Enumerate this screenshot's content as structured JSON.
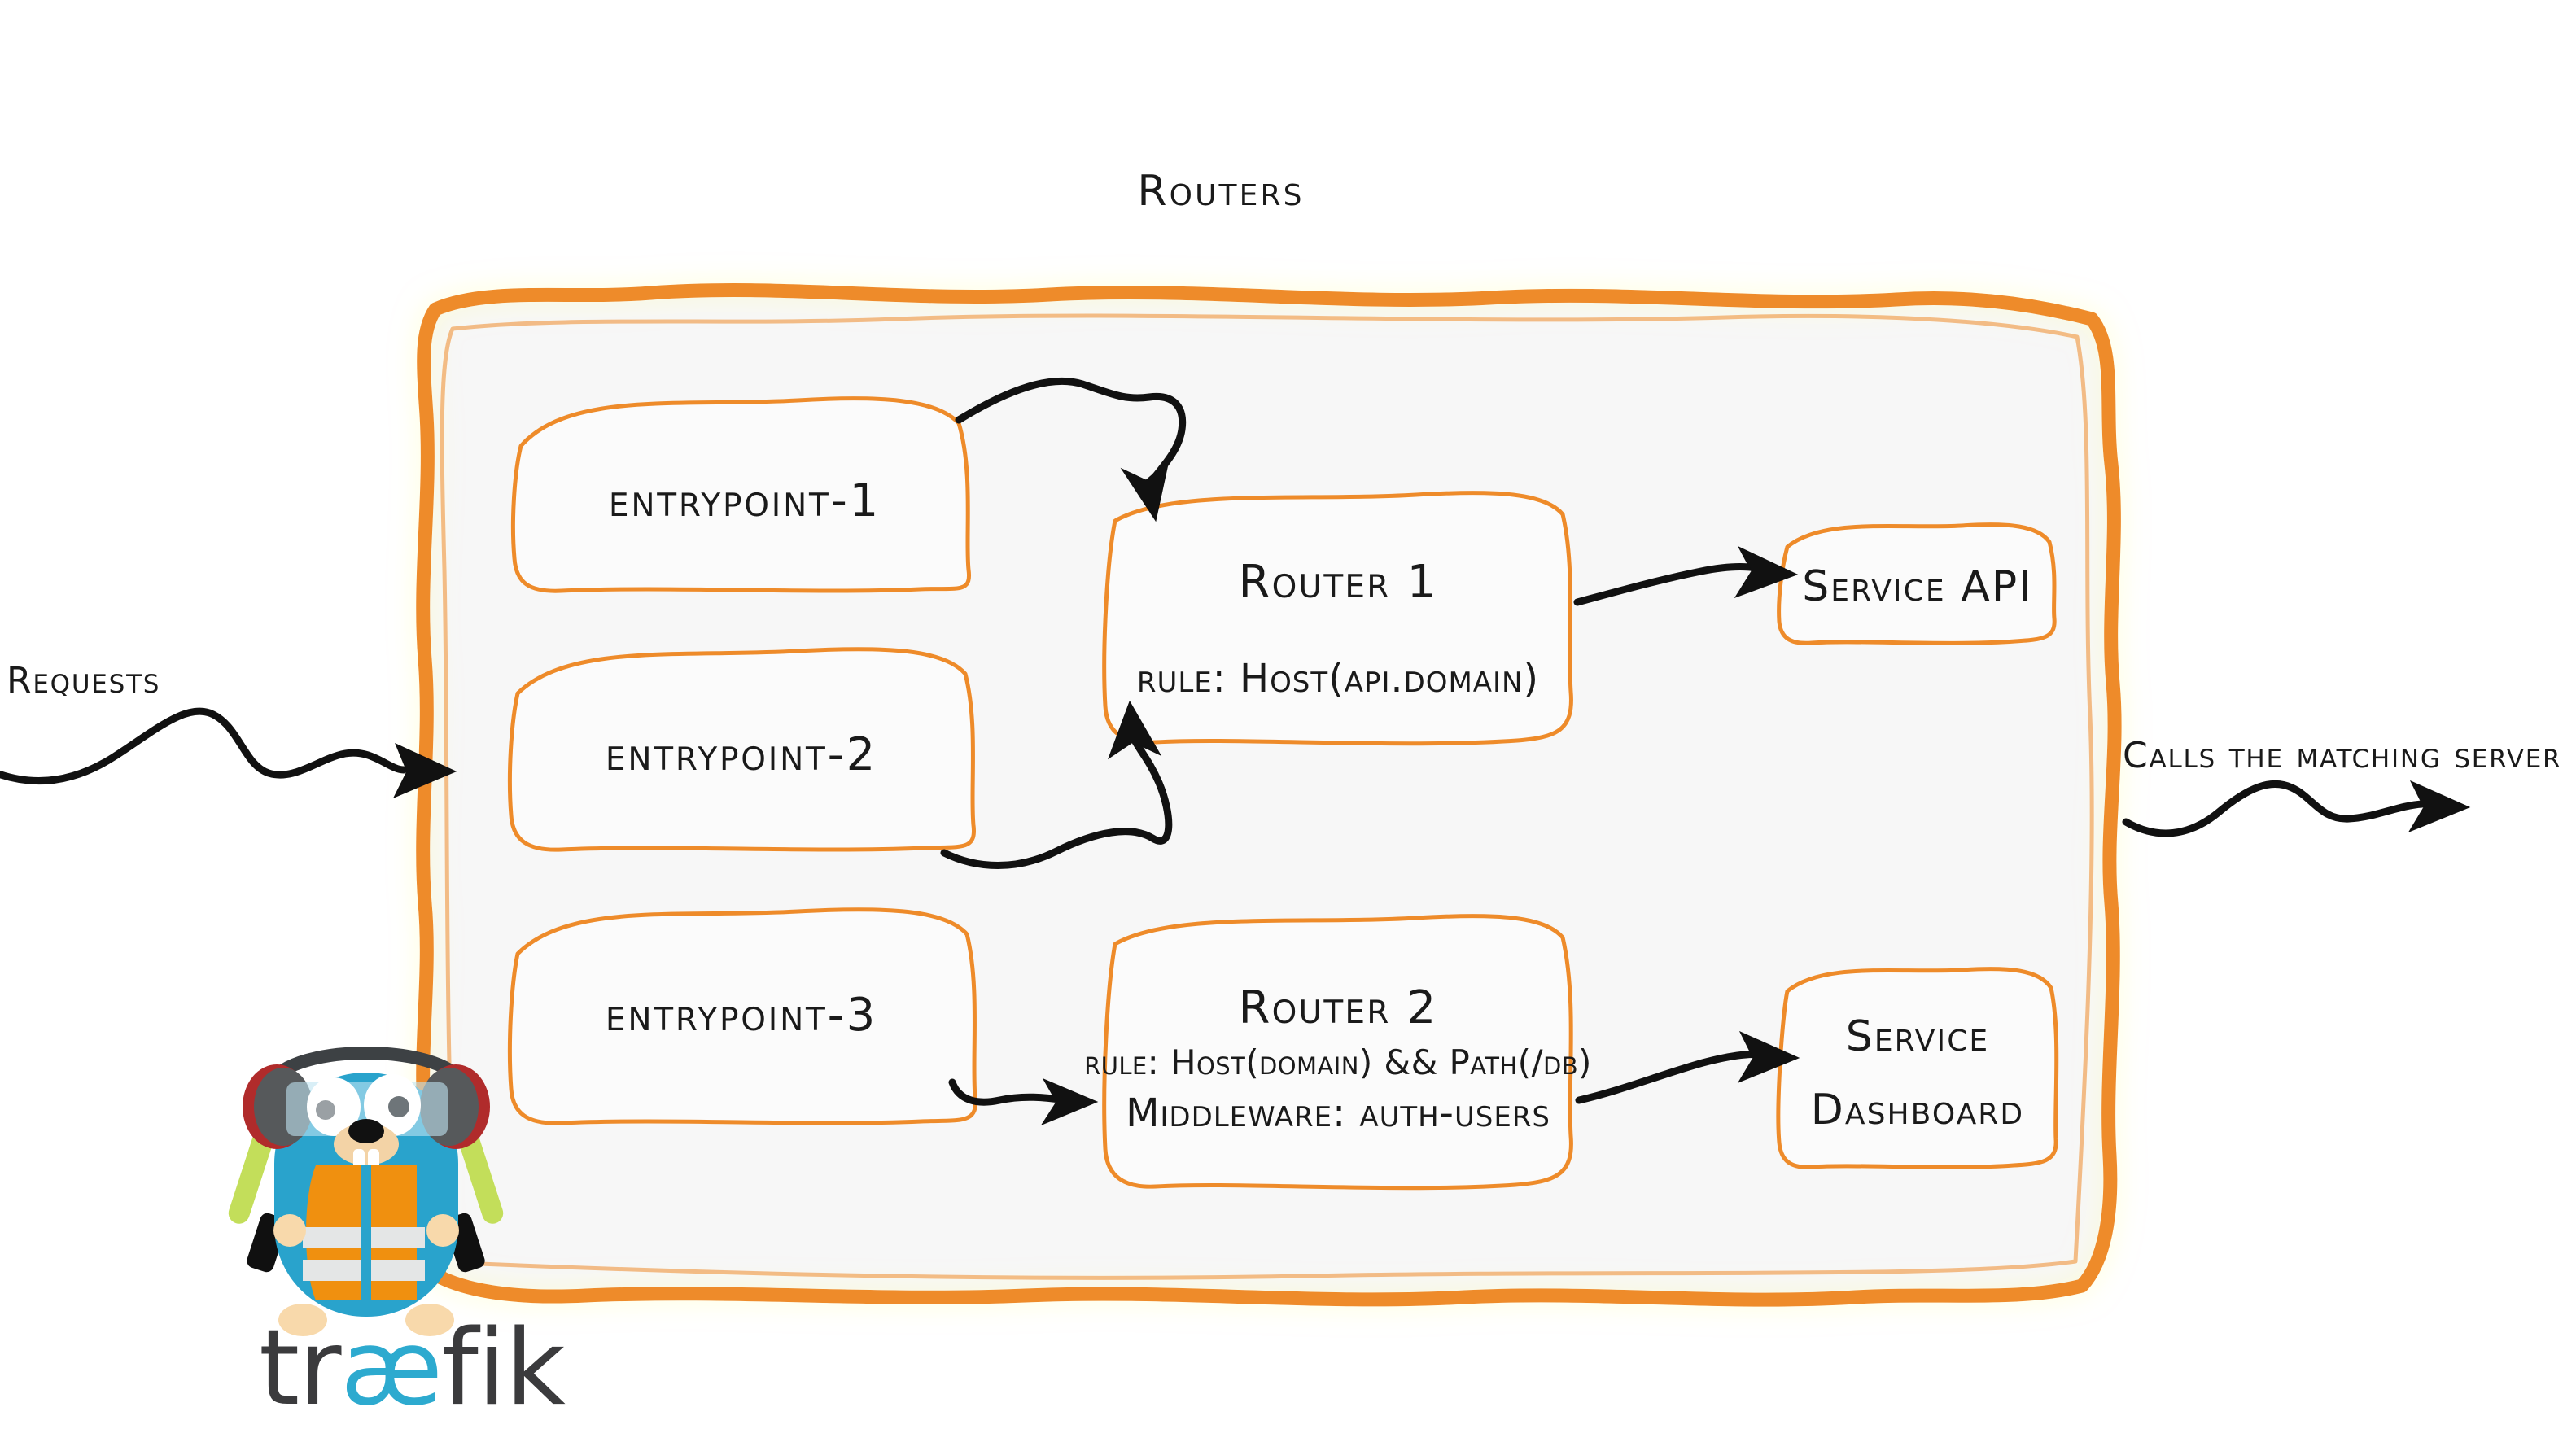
{
  "diagram": {
    "title": "Routers",
    "background_color": "#ffffff",
    "panel_fill": "#f7f7f7",
    "accent_color": "#ee8b2a",
    "ink_color": "#1a1a1a"
  },
  "entrypoints": [
    {
      "label": "entrypoint-1"
    },
    {
      "label": "entrypoint-2"
    },
    {
      "label": "entrypoint-3"
    }
  ],
  "routers": [
    {
      "name": "Router 1",
      "lines": [
        "rule: Host(api.domain)"
      ]
    },
    {
      "name": "Router 2",
      "lines": [
        "rule: Host(domain) && Path(/db)",
        "Middleware: auth-users"
      ]
    }
  ],
  "services": [
    {
      "lines": [
        "Service API"
      ]
    },
    {
      "lines": [
        "Service",
        "Dashboard"
      ]
    }
  ],
  "annotations": {
    "left_label": "Requests",
    "right_label": "Calls the matching server"
  },
  "logo": {
    "wordmark_prefix": "tr",
    "wordmark_ligature": "æ",
    "wordmark_suffix": "fik",
    "mascot": "traefik-gopher",
    "body_color": "#29a3cc",
    "vest_color": "#f0900f",
    "stripe_color": "#e4e6e6",
    "wand_color": "#c3de5a",
    "skin_color": "#f8d9ab",
    "headphone_color": "#56595b",
    "headphone_accent": "#b02b2b",
    "wordmark_color": "#3b3b3d",
    "ligature_color": "#2daacf"
  }
}
